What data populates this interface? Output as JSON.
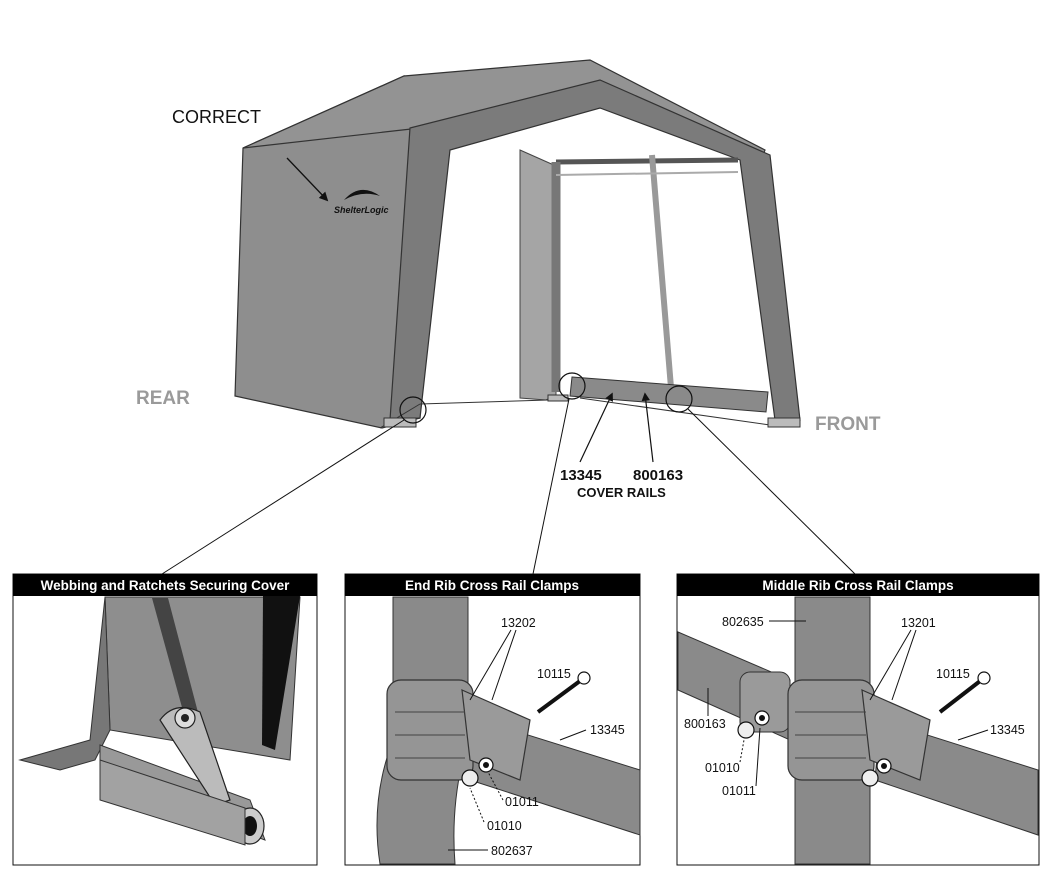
{
  "main": {
    "correct_label": "CORRECT",
    "logo_text": "ShelterLogic",
    "rear_label": "REAR",
    "front_label": "FRONT",
    "part_13345": "13345",
    "part_800163": "800163",
    "cover_rails_label": "COVER RAILS"
  },
  "panels": [
    {
      "title": "Webbing and Ratchets Securing Cover"
    },
    {
      "title": "End Rib Cross Rail Clamps",
      "labels": [
        "13202",
        "10115",
        "13345",
        "01011",
        "01010",
        "802637"
      ]
    },
    {
      "title": "Middle Rib Cross Rail Clamps",
      "labels": [
        "802635",
        "13201",
        "10115",
        "800163",
        "13345",
        "01010",
        "01011"
      ]
    }
  ],
  "colors": {
    "shelter_fill": "#8e8e8e",
    "shelter_dark": "#6e6e6e",
    "pipe_fill": "#8a8a8a",
    "title_bar": "#000000",
    "label_grey": "#9a9a9a"
  }
}
